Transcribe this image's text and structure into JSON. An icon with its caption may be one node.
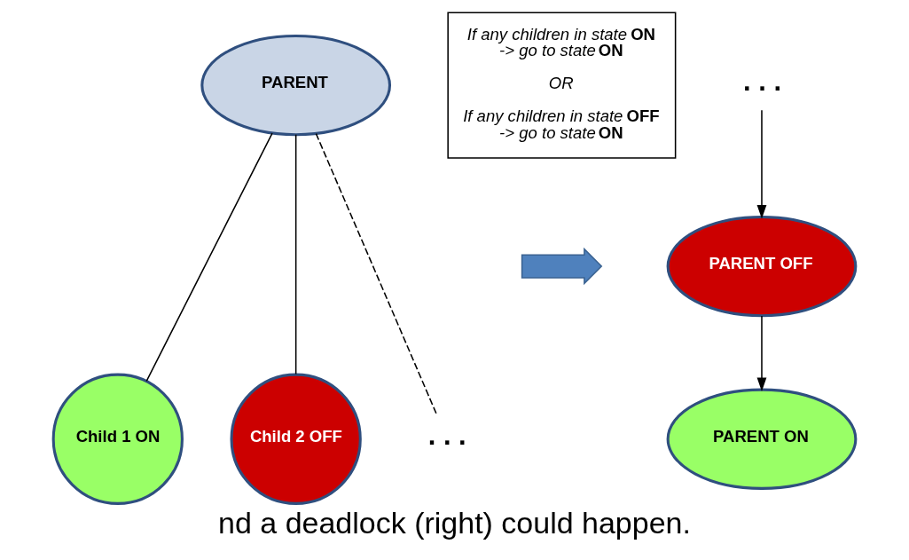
{
  "diagram": {
    "caption": "nd a deadlock (right) could happen.",
    "nodes": [
      {
        "text": [
          "PARENT"
        ]
      },
      {
        "text": [
          "Child 1 ON"
        ]
      },
      {
        "text": [
          "Child 2 OFF"
        ]
      },
      {
        "text": [
          ". . ."
        ]
      },
      {
        "text": [
          "If any children in state **ON** -> go to state **ON**",
          "OR",
          "If any children in state **OFF** -> go to state **ON**"
        ]
      },
      {
        "text": [],
        "shape": "arrow"
      },
      {
        "text": [
          ". . ."
        ]
      },
      {
        "text": [
          "PARENT OFF"
        ]
      },
      {
        "text": [
          "PARENT ON"
        ]
      }
    ],
    "edges": [
      {
        "from": 0,
        "to": 1,
        "arrow": "none"
      },
      {
        "from": 0,
        "to": 2,
        "arrow": "none"
      },
      {
        "from": 0,
        "to": 3,
        "arrow": "none",
        "style": "dashed"
      },
      {
        "from": 6,
        "to": 7,
        "arrow": "to"
      },
      {
        "from": 7,
        "to": 8,
        "arrow": "to"
      }
    ]
  }
}
